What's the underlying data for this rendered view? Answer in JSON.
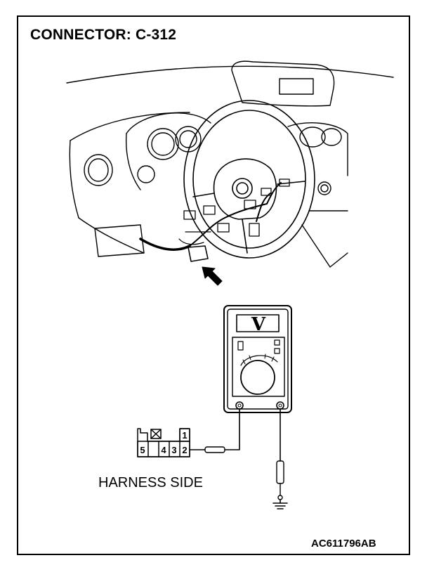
{
  "header": {
    "connector_title": "CONNECTOR: C-312"
  },
  "connector": {
    "side_label": "HARNESS SIDE",
    "pins": {
      "p1": "1",
      "p2": "2",
      "p3": "3",
      "p4": "4",
      "p5": "5"
    }
  },
  "meter": {
    "mode_symbol": "V"
  },
  "footer": {
    "figure_code": "AC611796AB"
  }
}
